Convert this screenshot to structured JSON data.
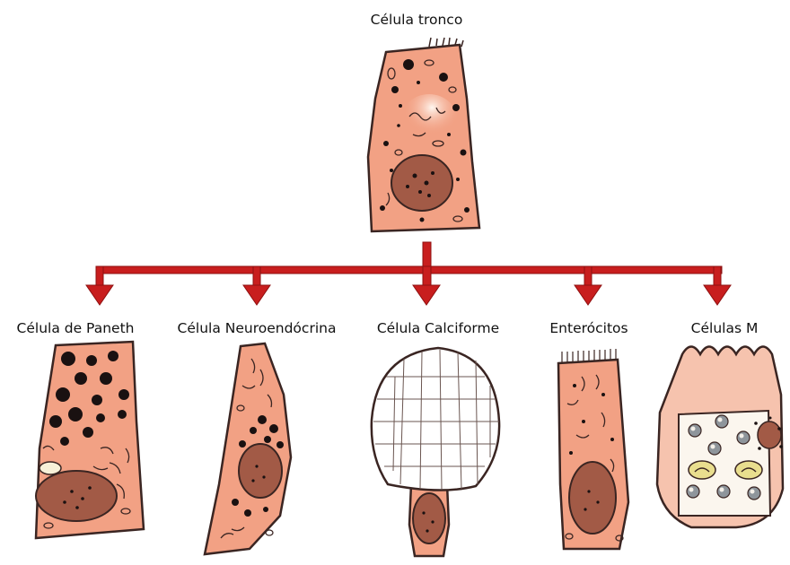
{
  "diagram": {
    "root_label": "Célula tronco",
    "children": [
      {
        "label": "Célula de Paneth"
      },
      {
        "label": "Célula Neuroendócrina"
      },
      {
        "label": "Célula Calciforme"
      },
      {
        "label": "Enterócitos"
      },
      {
        "label": "Células M"
      }
    ]
  },
  "colors": {
    "cell_fill": "#F2A184",
    "cell_outline": "#3A2522",
    "nucleus": "#A25A46",
    "granule": "#1A1111",
    "arrow": "#C81E1E",
    "goblet_vesicles": "#FFFFFF",
    "m_cell_fill": "#F6C3AE",
    "m_cell_pocket": "#FBF6EE",
    "m_cell_lymph": "#8E959B",
    "m_cell_yellow": "#E9DE8E"
  }
}
